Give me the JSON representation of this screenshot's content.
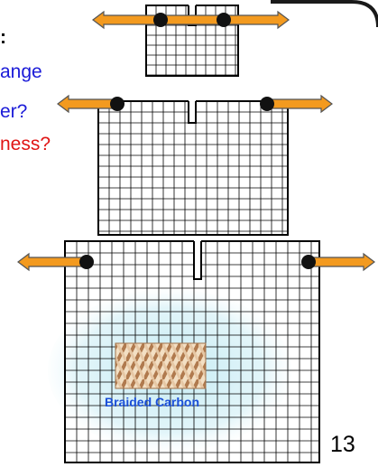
{
  "annotations": {
    "question_head": ":",
    "question_line1": "ange",
    "question_line2": "er?",
    "question_line3": "ness?"
  },
  "sample_label": "Braided Carbon",
  "page_number": "13",
  "icons": {
    "pull_arrow": "double-headed-horizontal-arrow",
    "grip": "black-clamp-dot",
    "weave": "braided-weave-pattern"
  },
  "colors": {
    "arrow_fill": "#f39a1f",
    "arrow_stroke": "#555555",
    "grid_line": "#000000",
    "glow": "#bfe9f2",
    "weave_light": "#e6c7a4",
    "weave_dark": "#b07a4e",
    "question_blue": "#1a1ad8",
    "question_red": "#e01414",
    "label_blue": "#1a4fd8"
  }
}
